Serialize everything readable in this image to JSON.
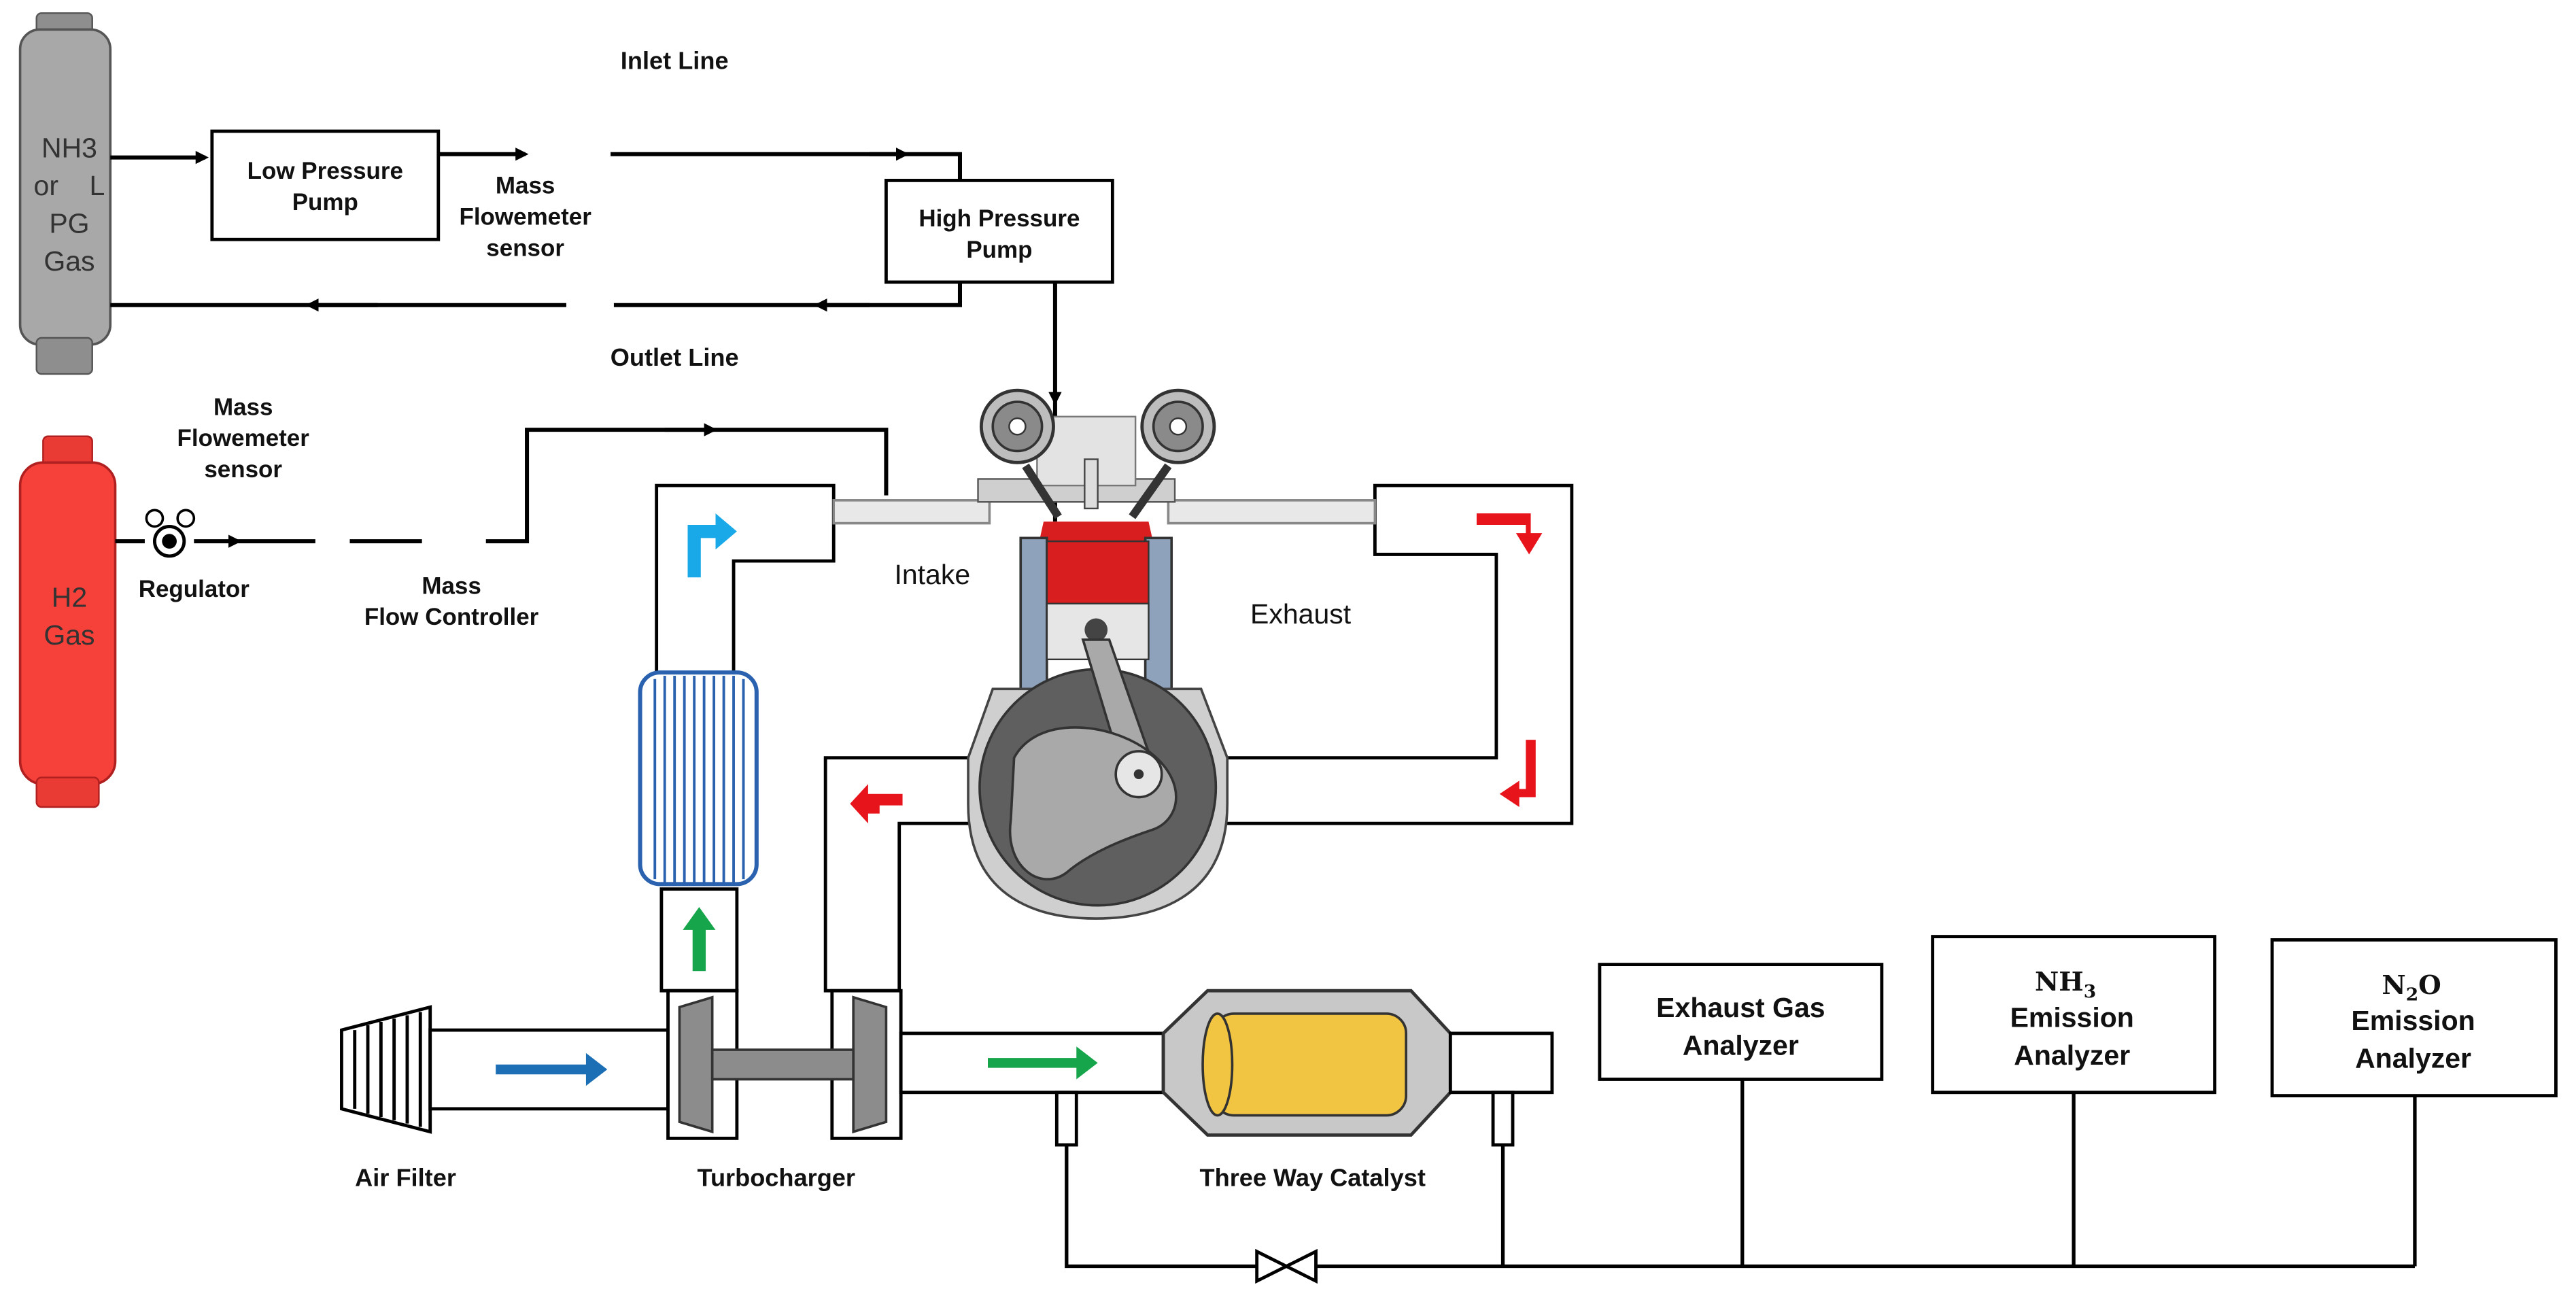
{
  "labels": {
    "nh3_tank_line1": "NH3",
    "nh3_tank_line2": "or    L",
    "nh3_tank_line3": "PG",
    "nh3_tank_line4": "Gas",
    "h2_tank_line1": "H2",
    "h2_tank_line2": "Gas",
    "low_pressure_pump_line1": "Low Pressure",
    "low_pressure_pump_line2": "Pump",
    "mass_flowmeter_top_line1": "Mass",
    "mass_flowmeter_top_line2": "Flowemeter",
    "mass_flowmeter_top_line3": "sensor",
    "inlet_line": "Inlet Line",
    "outlet_line": "Outlet Line",
    "high_pressure_pump_line1": "High Pressure",
    "high_pressure_pump_line2": "Pump",
    "mass_flowmeter_h2_line1": "Mass",
    "mass_flowmeter_h2_line2": "Flowemeter",
    "mass_flowmeter_h2_line3": "sensor",
    "regulator": "Regulator",
    "mass_flow_controller_line1": "Mass",
    "mass_flow_controller_line2": "Flow Controller",
    "intake": "Intake",
    "exhaust": "Exhaust",
    "air_filter": "Air Filter",
    "turbocharger": "Turbocharger",
    "three_way_catalyst": "Three Way Catalyst",
    "exhaust_gas_analyzer_line1": "Exhaust Gas",
    "exhaust_gas_analyzer_line2": "Analyzer",
    "nh3_analyzer_formula": "NH",
    "nh3_analyzer_sub": "3",
    "nh3_analyzer_line2": "Emission",
    "nh3_analyzer_line3": "Analyzer",
    "n2o_analyzer_formula_n": "N",
    "n2o_analyzer_sub": "2",
    "n2o_analyzer_formula_o": "O",
    "n2o_analyzer_line2": "Emission",
    "n2o_analyzer_line3": "Analyzer"
  },
  "colors": {
    "nh3_tank": "#a8a8a8",
    "h2_tank": "#f5413a",
    "combustion_chamber": "#d81e1e",
    "engine_block": "#5f5f5f",
    "intercooler": "#2a62b0",
    "catalyst_core": "#f1c541",
    "arrow_blue_light": "#1aa9e8",
    "arrow_blue": "#1c6fb5",
    "arrow_green": "#16a54a",
    "arrow_red": "#e8141c"
  }
}
